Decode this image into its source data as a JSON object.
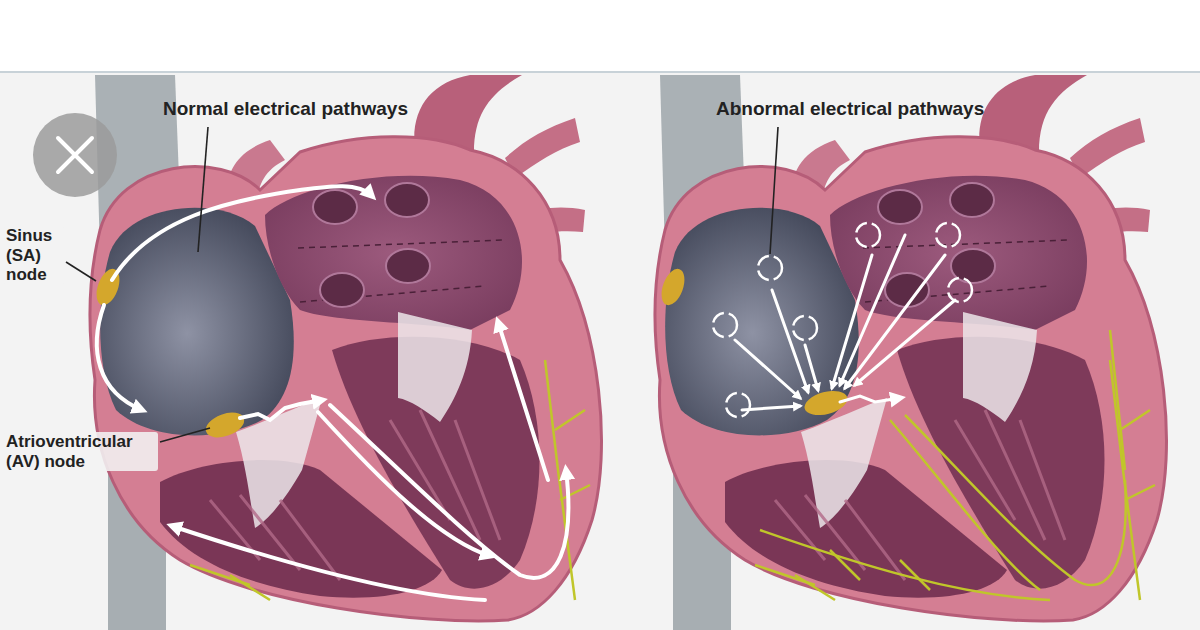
{
  "diagram": {
    "labels": [
      "Normal electrical pathways",
      "Abnormal electrical pathways",
      "Sinus (SA) node",
      "Atrioventricular (AV) node"
    ]
  }
}
